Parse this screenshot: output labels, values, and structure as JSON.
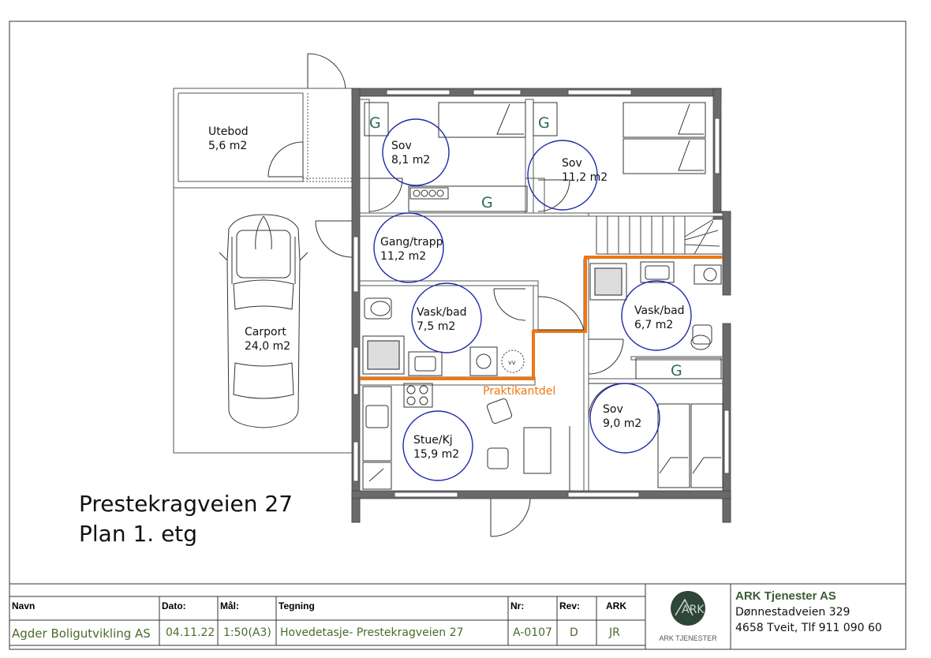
{
  "colors": {
    "wall": "#5f5f5f",
    "circle": "#1f2aa8",
    "orange": "#ee7711",
    "g_label": "#2d6b4e",
    "title_value": "#4a6b2a",
    "company": "#3a5d33"
  },
  "rooms": [
    {
      "name": "Utebod",
      "area": "5,6 m2"
    },
    {
      "name": "Sov",
      "area": "8,1 m2"
    },
    {
      "name": "Sov",
      "area": "11,2 m2"
    },
    {
      "name": "Gang/trapp",
      "area": "11,2 m2"
    },
    {
      "name": "Carport",
      "area": "24,0 m2"
    },
    {
      "name": "Vask/bad",
      "area": "7,5 m2"
    },
    {
      "name": "Vask/bad",
      "area": "6,7 m2"
    },
    {
      "name": "Sov",
      "area": "9,0 m2"
    },
    {
      "name": "Stue/Kj",
      "area": "15,9 m2"
    }
  ],
  "closet_label": "G",
  "vv_label": "vv",
  "zone_label": "Praktikantdel",
  "plan_title": {
    "line1": "Prestekragveien 27",
    "line2": "Plan 1. etg"
  },
  "title_block": {
    "headers": {
      "navn": "Navn",
      "dato": "Dato:",
      "mal": "Mål:",
      "tegning": "Tegning",
      "nr": "Nr:",
      "rev": "Rev:",
      "ark": "ARK"
    },
    "values": {
      "navn": "Agder Boligutvikling AS",
      "dato": "04.11.22",
      "mal": "1:50(A3)",
      "tegning": "Hovedetasje- Prestekragveien 27",
      "nr": "A-0107",
      "rev": "D",
      "ark": "JR"
    },
    "logo_letters": "ARK",
    "logo_caption": "ARK TJENESTER",
    "company": {
      "name": "ARK Tjenester AS",
      "address": "Dønnestadveien 329",
      "contact": "4658 Tveit, Tlf 911 090 60"
    }
  }
}
